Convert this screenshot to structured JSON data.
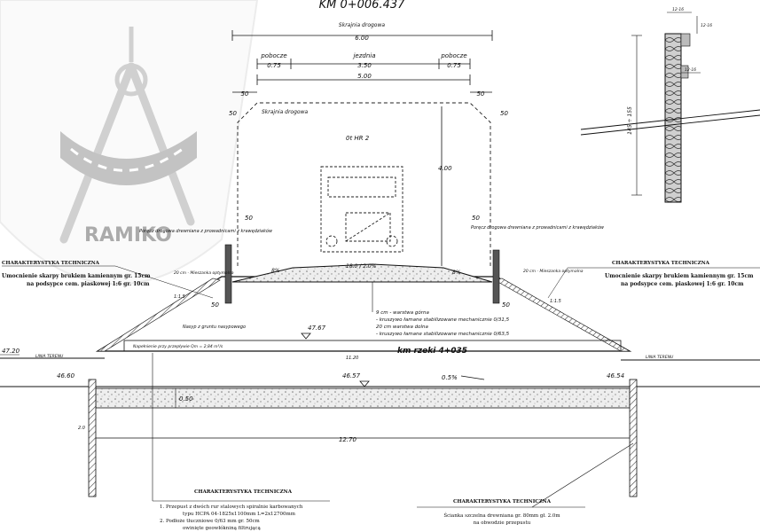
{
  "header": {
    "title": "KM 0+006.437"
  },
  "logo": {
    "text": "RAMIKO"
  },
  "dims": {
    "roadway_label": "Skrajnia drogowa",
    "roadway_width": "6.00",
    "shoulder_label": "pobocze",
    "shoulder_width": "0.75",
    "lane_label": "jezdnia",
    "lane_width": "3.50",
    "total_width": "5.00",
    "offset": "50",
    "clearance_label": "Skrajnia drogowa",
    "vehicle_label": "0t HR 2",
    "height": "4.00",
    "section_label": "km rzeki 4+035",
    "slope_left": "8%",
    "slope_right": "8%",
    "crown_label": "18.0 / 2.0%",
    "culvert_len": "11.20",
    "base_len": "12.70",
    "depth": "0.50",
    "side_depth": "2.0",
    "gradient": "0.5%",
    "detail_dim_a": "12-16",
    "detail_dim_b": "12-16",
    "detail_dim_c": "12-16",
    "detail_height": "145 ÷ 155"
  },
  "levels": {
    "left_terrain": "47.20",
    "left_inlet": "46.60",
    "center_top": "47.67",
    "center_bottom": "46.57",
    "right_outlet": "46.54"
  },
  "labels": {
    "terrain_left": "LINIA TERENU",
    "terrain_right": "LINIA TERENU",
    "guardrail_left": "Poręcz drogowa drewniana z prowadnicami z krawędziaków",
    "guardrail_right": "Poręcz drogowa drewniana z prowadnicami z krawędziaków",
    "gravel_left": "20 cm - Mieszanka optymalna",
    "gravel_right": "20 cm - Mieszanka optymalna",
    "embankment_fill": "Nasyp z gruntu nasypowego",
    "flow_label": "Napełnienie przy przepływie Qm = 2,84 m³/s",
    "layer1": "9 cm - warstwa górna",
    "layer1b": "- kruszywo łamane stabilizowane mechanicznie 0/31,5",
    "layer2": "20 cm  warstwa dolna",
    "layer2b": "- kruszywo łamane stabilizowane mechanicznie 0/63,5",
    "slope_ratio_left": "1:1.5",
    "slope_ratio_right": "1:1.5"
  },
  "notes": {
    "left_title": "CHARAKTERYSTYKA TECHNICZNA",
    "left_line1": "Umocnienie skarpy brukiem kamiennym gr. 15cm",
    "left_line2": "na podsypce cem. piaskowej 1:6 gr. 10cm",
    "right_title": "CHARAKTERYSTYKA TECHNICZNA",
    "right_line1": "Umocnienie skarpy brukiem kamiennym gr. 15cm",
    "right_line2": "na podsypce cem. piaskowej 1:6 gr. 10cm",
    "bottom_left_title": "CHARAKTERYSTYKA TECHNICZNA",
    "bottom_left_line1": "1. Przepust z dwóch rur stalowych spiralnie karbowanych",
    "bottom_left_line2": "typu HCPA 04-1825x1100mm L=2x12700mm",
    "bottom_left_line3": "2. Podłoże tłuczniowe 0/63 mm gr. 50cm",
    "bottom_left_line4": "owinięte geowłókniną filtrującą",
    "bottom_right_title": "CHARAKTERYSTYKA TECHNICZNA",
    "bottom_right_line1": "Ścianka szczelna drewniana gr. 80mm gł. 2.0m",
    "bottom_right_line2": "na obwodzie przepustu"
  }
}
